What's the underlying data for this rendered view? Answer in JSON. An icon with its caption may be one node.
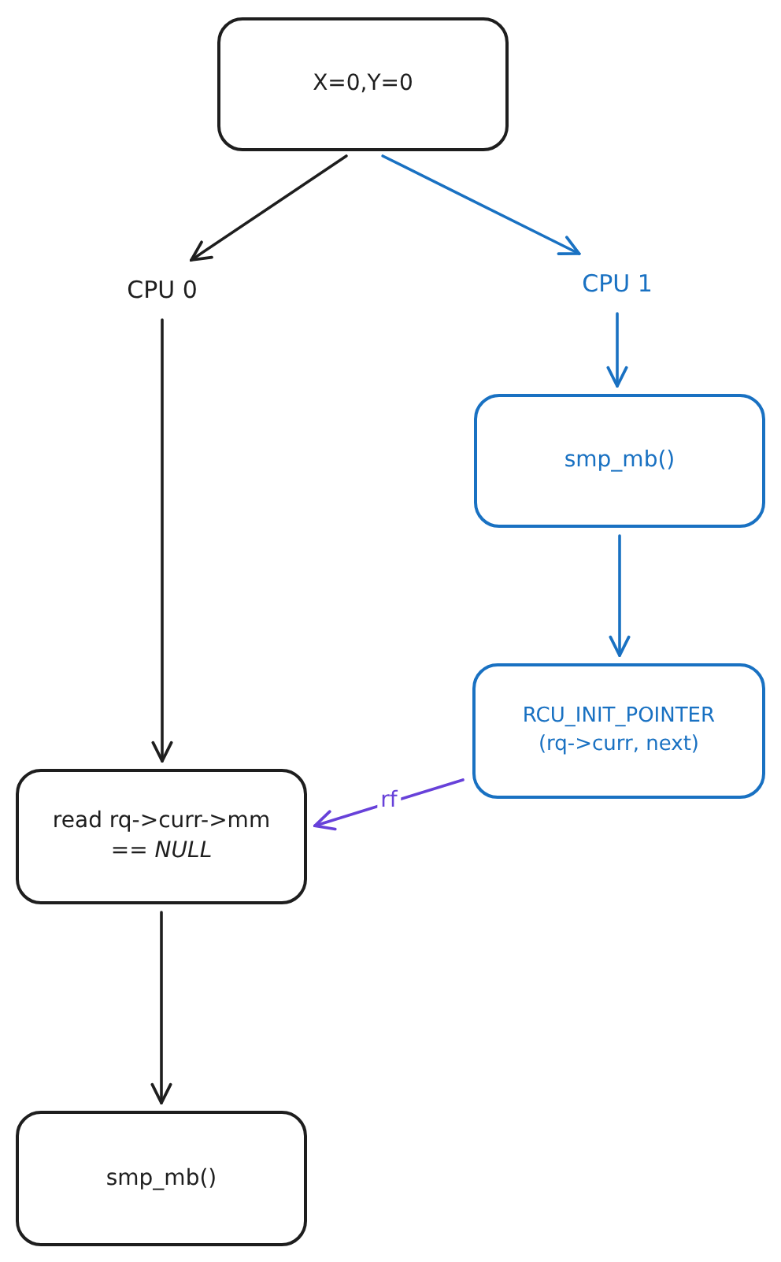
{
  "diagram": {
    "nodes": [
      {
        "text": [
          "X=0,Y=0"
        ]
      },
      {
        "text": [
          "CPU 0"
        ]
      },
      {
        "text": [
          "CPU 1"
        ]
      },
      {
        "text": [
          "smp_mb()"
        ]
      },
      {
        "text": [
          "RCU_INIT_POINTER (rq->curr, next)"
        ]
      },
      {
        "text": [
          "read rq->curr->mm == *NULL*"
        ]
      },
      {
        "text": [
          "smp_mb()"
        ]
      }
    ],
    "edges": [
      {
        "from": 0,
        "to": 1,
        "arrow": "to"
      },
      {
        "from": 0,
        "to": 2,
        "arrow": "to",
        "color": "#1971c2"
      },
      {
        "from": 2,
        "to": 3,
        "arrow": "to",
        "color": "#1971c2"
      },
      {
        "from": 3,
        "to": 4,
        "arrow": "to",
        "color": "#1971c2"
      },
      {
        "from": 1,
        "to": 5,
        "arrow": "to"
      },
      {
        "from": 4,
        "to": 5,
        "arrow": "to",
        "label": "rf",
        "color": "#6741d9"
      },
      {
        "from": 5,
        "to": 6,
        "arrow": "to"
      }
    ]
  }
}
